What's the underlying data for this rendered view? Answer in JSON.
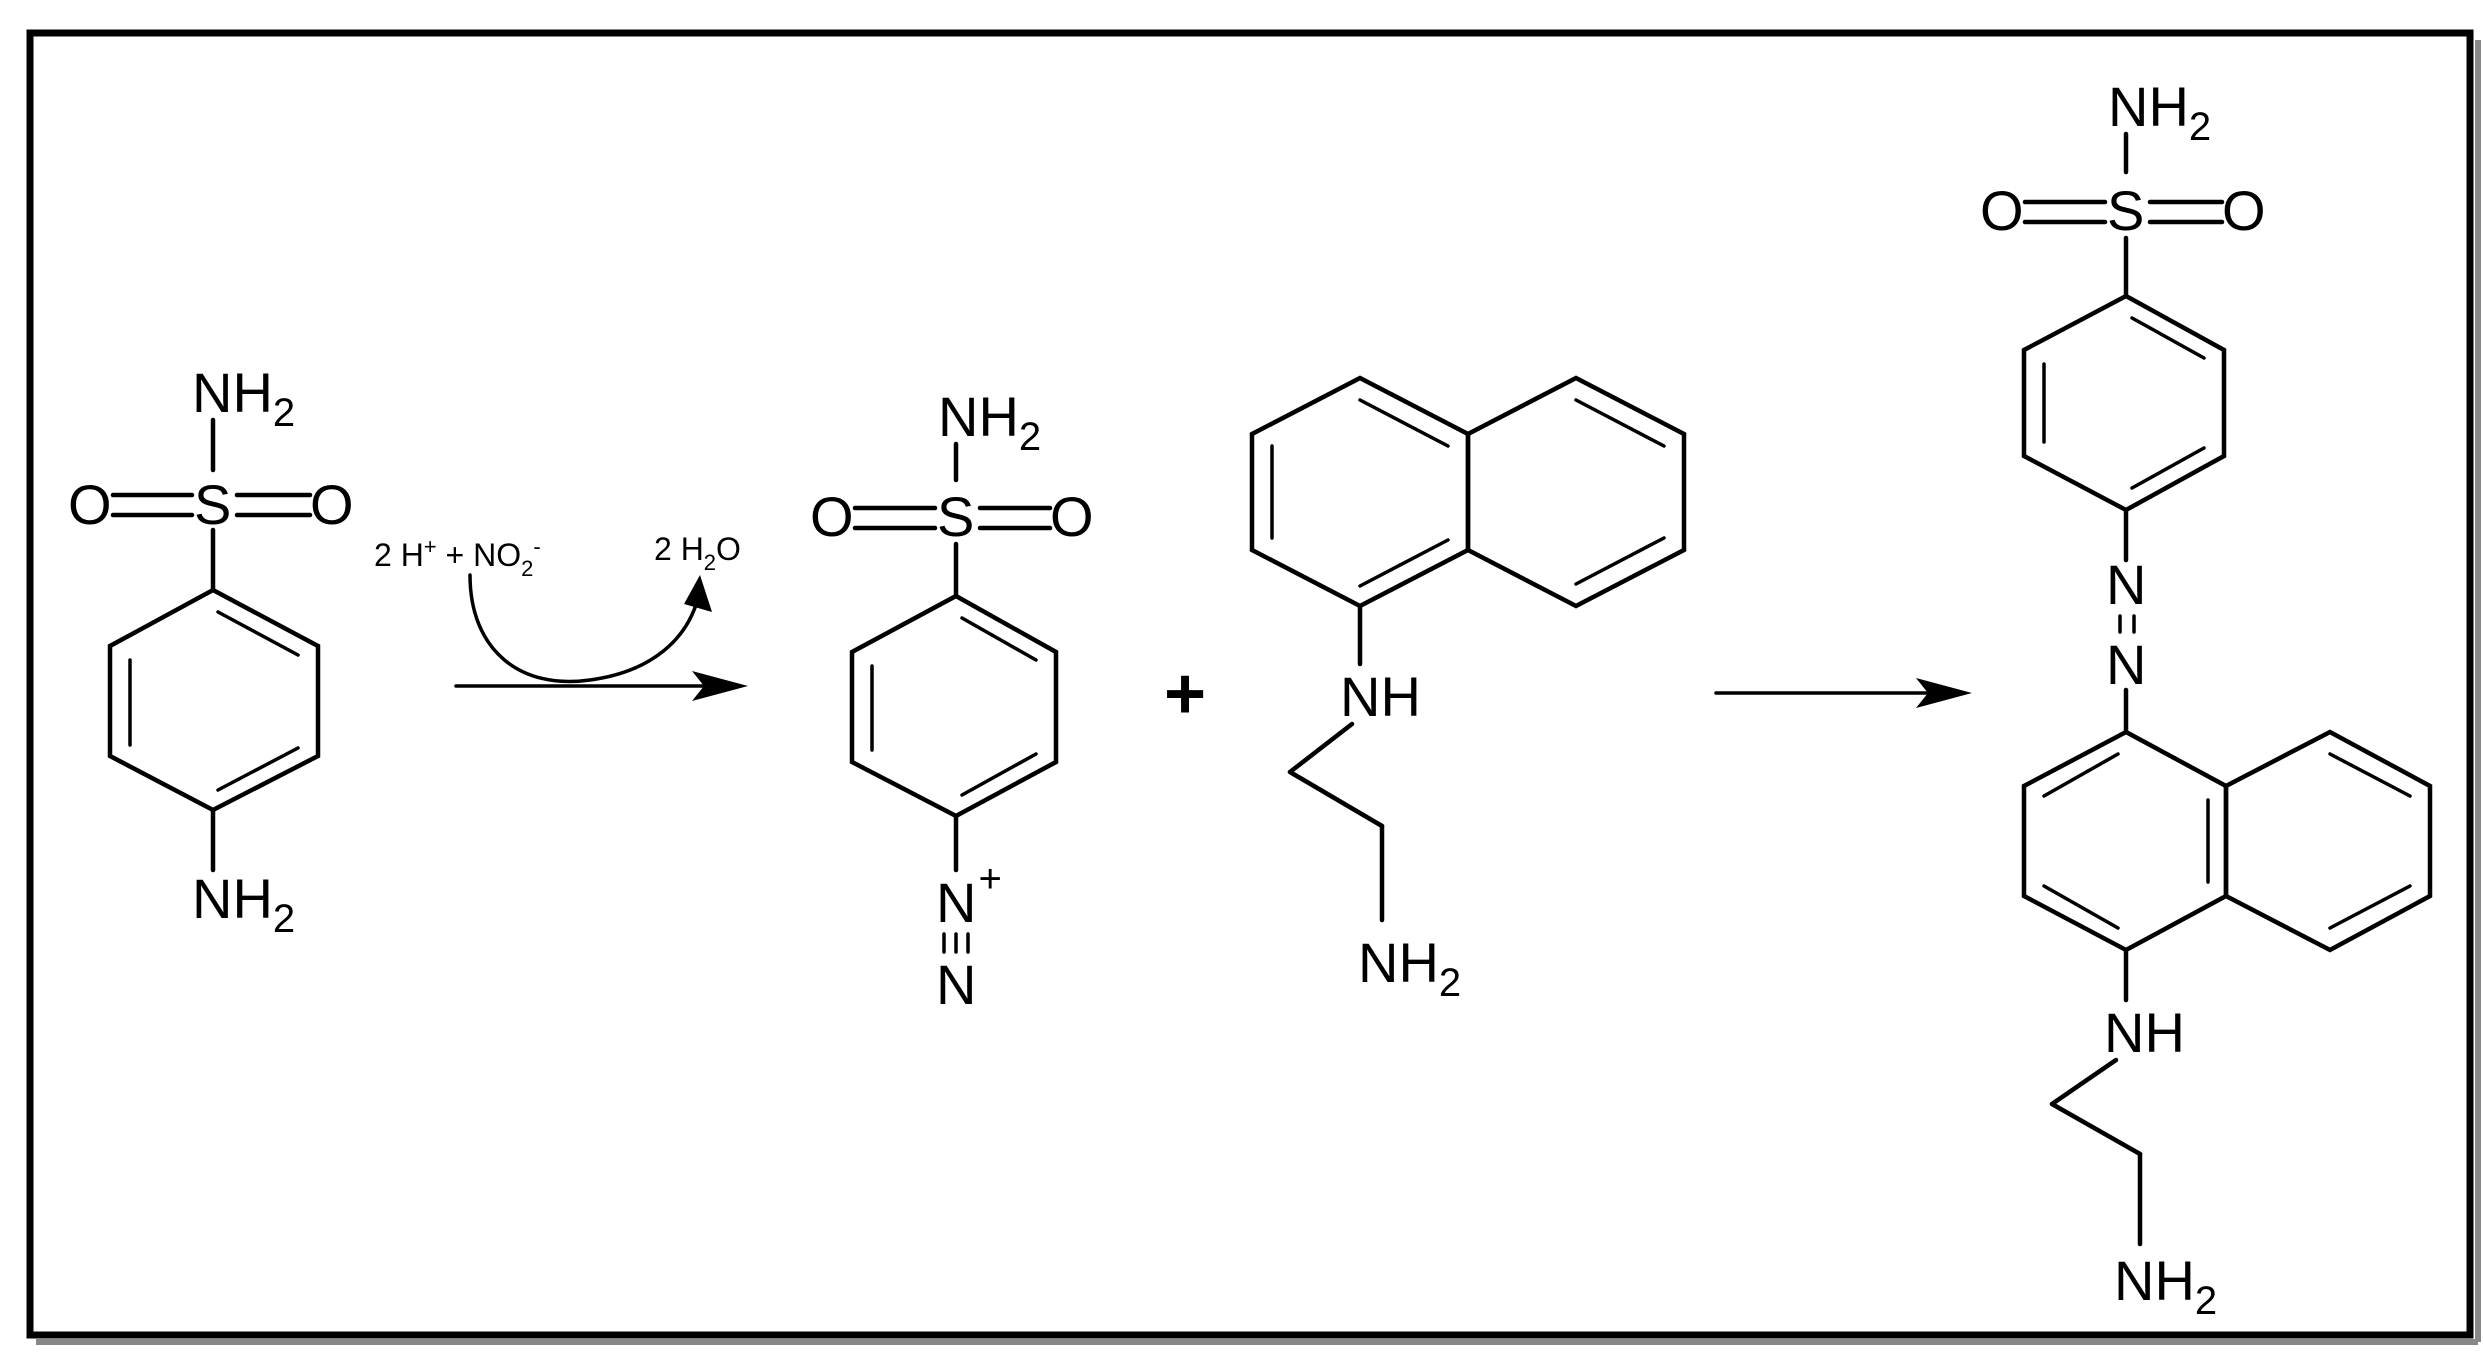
{
  "reactant1": {
    "top_group": {
      "atom": "NH",
      "sub": "2"
    },
    "o_left": "O",
    "s": "S",
    "o_right": "O",
    "bottom_group": {
      "atom": "NH",
      "sub": "2"
    }
  },
  "reagents": {
    "proton_text": "2 H",
    "proton_charge": "+",
    "plus": " + ",
    "nitrite": "NO",
    "nitrite_sub": "2",
    "nitrite_charge": "-",
    "water_coef": "2 H",
    "water_sub": "2",
    "water_o": "O"
  },
  "diazonium": {
    "top_group": {
      "atom": "NH",
      "sub": "2"
    },
    "o_left": "O",
    "s": "S",
    "o_right": "O",
    "n1": "N",
    "n1_charge": "+",
    "n2": "N"
  },
  "plus_sign": "+",
  "coupling_partner": {
    "nh": "NH",
    "nh2": {
      "atom": "NH",
      "sub": "2"
    }
  },
  "product": {
    "top_group": {
      "atom": "NH",
      "sub": "2"
    },
    "o_left": "O",
    "s": "S",
    "o_right": "O",
    "azo_n1": "N",
    "azo_n2": "N",
    "nh": "NH",
    "nh2": {
      "atom": "NH",
      "sub": "2"
    }
  }
}
